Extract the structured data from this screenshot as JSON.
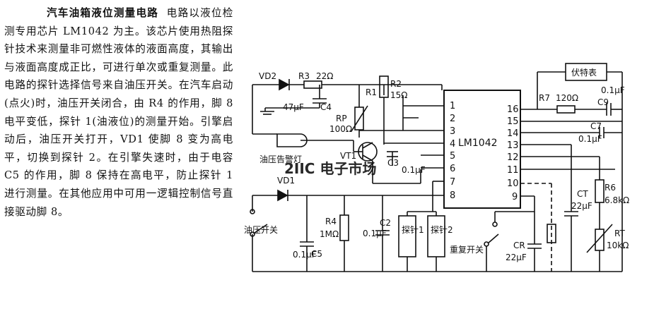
{
  "article": {
    "title": "汽车油箱液位测量电路",
    "body": "电路以液位检测专用芯片 LM1042 为主。该芯片使用热阻探针技术来测量非可燃性液体的液面高度，其输出与液面高度成正比，可进行单次或重复测量。此电路的探针选择信号来自油压开关。在汽车启动(点火)时，油压开关闭合，由 R4 的作用，脚 8 电平变低，探针 1(油液位)的测量开始。引擎启动后，油压开关打开，VD1 使脚 8 变为高电平，切换到探针 2。在引擎失速时，由于电容 C5 的作用，脚 8 保持在高电平，防止探针 1 进行测量。在其他应用中可用一逻辑控制信号直接驱动脚 8。"
  },
  "diagram": {
    "chip": "LM1042",
    "labels": {
      "vd2": "VD2",
      "r3": "R3",
      "r3v": "22Ω",
      "r1": "R1",
      "r2": "R2",
      "r2v": "15Ω",
      "c4": "C4",
      "c4v": "47μF",
      "rp": "RP",
      "rpv": "100Ω",
      "lamp": "油压告警灯",
      "vt1": "VT1",
      "c3": "C3",
      "c3v": "0.1μF",
      "vd1": "VD1",
      "r4": "R4",
      "r4v": "1MΩ",
      "c2": "C2",
      "c2v": "0.1μF",
      "c5": "C5",
      "c5v": "0.1μF",
      "oil_sw": "油压开关",
      "probe1": "探针1",
      "probe2": "探针2",
      "repeat_sw": "重复开关",
      "cr": "CR",
      "crv": "22μF",
      "meter": "伏特表",
      "r7": "R7",
      "r7v": "120Ω",
      "c9": "C9",
      "c9v": "0.1μF",
      "c7": "C7",
      "c7v": "0.1μF",
      "ct": "CT",
      "ctv": "22μF",
      "r6": "R6",
      "r6v": "6.8kΩ",
      "rt": "RT",
      "rtv": "10kΩ"
    },
    "pins_left": [
      "1",
      "2",
      "3",
      "4",
      "5",
      "6",
      "7",
      "8"
    ],
    "pins_right": [
      "16",
      "15",
      "14",
      "13",
      "12",
      "11",
      "10",
      "9"
    ]
  },
  "watermark": "2IIC 电子市场"
}
